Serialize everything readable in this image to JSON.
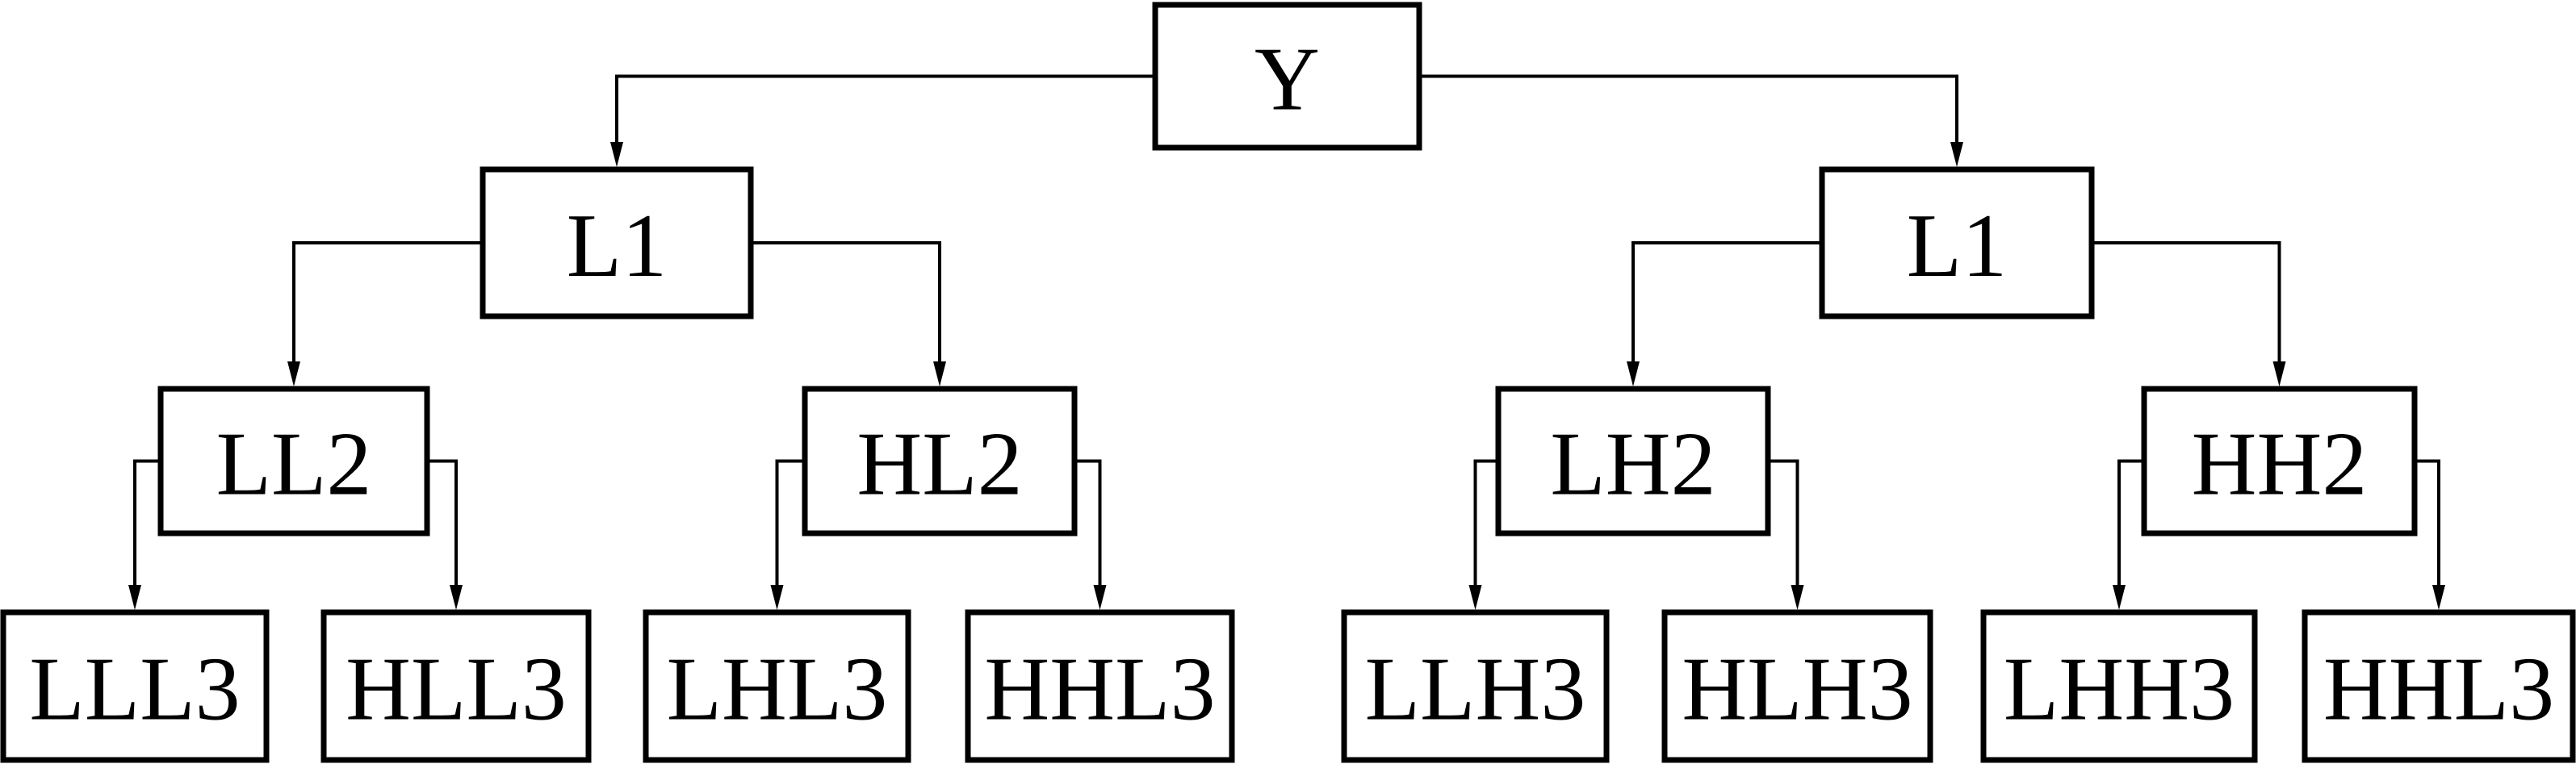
{
  "diagram": {
    "type": "wavelet-packet-decomposition-tree",
    "root": {
      "id": "y",
      "label": "Y"
    },
    "level1": [
      {
        "id": "l1a",
        "label": "L1",
        "parent": "y"
      },
      {
        "id": "l1b",
        "label": "L1",
        "parent": "y"
      }
    ],
    "level2": [
      {
        "id": "ll2",
        "label": "LL2",
        "parent": "l1a"
      },
      {
        "id": "hl2",
        "label": "HL2",
        "parent": "l1a"
      },
      {
        "id": "lh2",
        "label": "LH2",
        "parent": "l1b"
      },
      {
        "id": "hh2",
        "label": "HH2",
        "parent": "l1b"
      }
    ],
    "level3": [
      {
        "id": "lll3",
        "label": "LLL3",
        "parent": "ll2"
      },
      {
        "id": "hll3",
        "label": "HLL3",
        "parent": "ll2"
      },
      {
        "id": "lhl3",
        "label": "LHL3",
        "parent": "hl2"
      },
      {
        "id": "hhl3",
        "label": "HHL3",
        "parent": "hl2"
      },
      {
        "id": "llh3",
        "label": "LLH3",
        "parent": "lh2"
      },
      {
        "id": "hlh3",
        "label": "HLH3",
        "parent": "lh2"
      },
      {
        "id": "lhh3",
        "label": "LHH3",
        "parent": "hh2"
      },
      {
        "id": "hhl3b",
        "label": "HHL3",
        "parent": "hh2"
      }
    ]
  }
}
